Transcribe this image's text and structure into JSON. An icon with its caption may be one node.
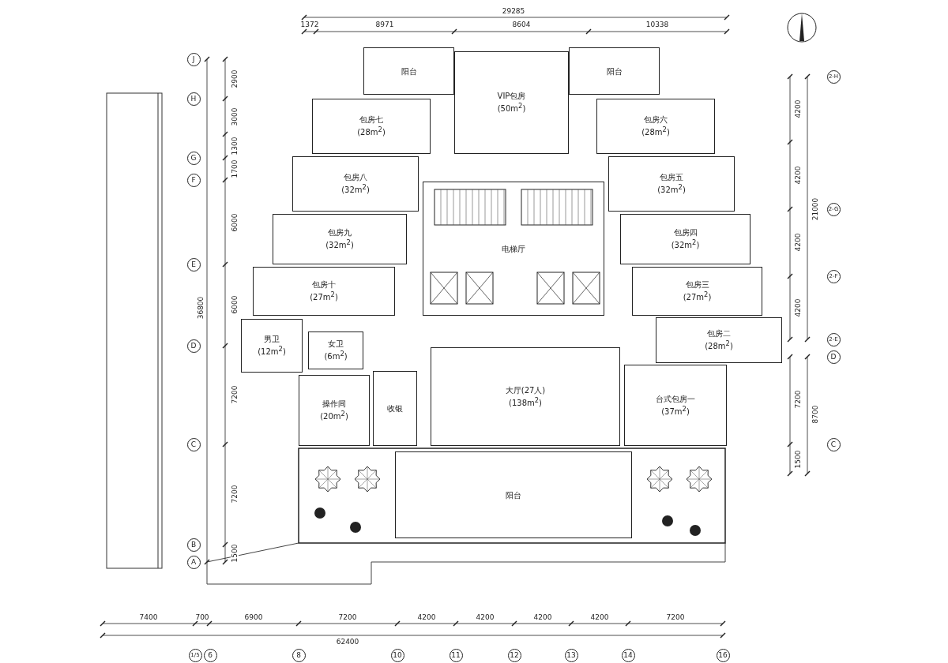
{
  "diagram": {
    "nodes": [
      {
        "text": [
          "VIP包房",
          "(50m$^{2}$)"
        ]
      },
      {
        "text": [
          "阳台"
        ]
      },
      {
        "text": [
          "阳台"
        ]
      },
      {
        "text": [
          "包房七",
          "(28m$^{2}$)"
        ]
      },
      {
        "text": [
          "包房六",
          "(28m$^{2}$)"
        ]
      },
      {
        "text": [
          "包房八",
          "(32m$^{2}$)"
        ]
      },
      {
        "text": [
          "包房五",
          "(32m$^{2}$)"
        ]
      },
      {
        "text": [
          "包房九",
          "(32m$^{2}$)"
        ]
      },
      {
        "text": [
          "包房四",
          "(32m$^{2}$)"
        ]
      },
      {
        "text": [
          "电梯厅"
        ]
      },
      {
        "text": [
          "包房十",
          "(27m$^{2}$)"
        ]
      },
      {
        "text": [
          "包房三",
          "(27m$^{2}$)"
        ]
      },
      {
        "text": [
          "男卫",
          "(12m$^{2}$)"
        ]
      },
      {
        "text": [
          "女卫",
          "(6m$^{2}$)"
        ]
      },
      {
        "text": [
          "包房二",
          "(28m$^{2}$)"
        ]
      },
      {
        "text": [
          "台式包房一",
          "(37m$^{2}$)"
        ]
      },
      {
        "text": [
          "收银"
        ]
      },
      {
        "text": [
          "操作间",
          "(20m$^{2}$)"
        ]
      },
      {
        "text": [
          "大厅(27人)",
          "(138m$^{2}$)"
        ]
      },
      {
        "text": [
          "阳台"
        ]
      }
    ],
    "labels": [
      "29285",
      "1372",
      "8971",
      "8604",
      "10338",
      "J",
      "2900",
      "H",
      "3000",
      "1300",
      "G",
      "1700",
      "F",
      "6000",
      "E",
      "36800",
      "6000",
      "D",
      "7200",
      "C",
      "7200",
      "B",
      "1500",
      "A",
      "2-H",
      "4200",
      "4200",
      "2-G",
      "21000",
      "4200",
      "2-F",
      "4200",
      "2-E",
      "D",
      "7200",
      "8700",
      "C",
      "1500",
      "7400",
      "700",
      "6900",
      "7200",
      "4200",
      "4200",
      "4200",
      "4200",
      "7200",
      "62400",
      "1/5",
      "6",
      "8",
      "10",
      "11",
      "12",
      "13",
      "14",
      "16"
    ]
  }
}
